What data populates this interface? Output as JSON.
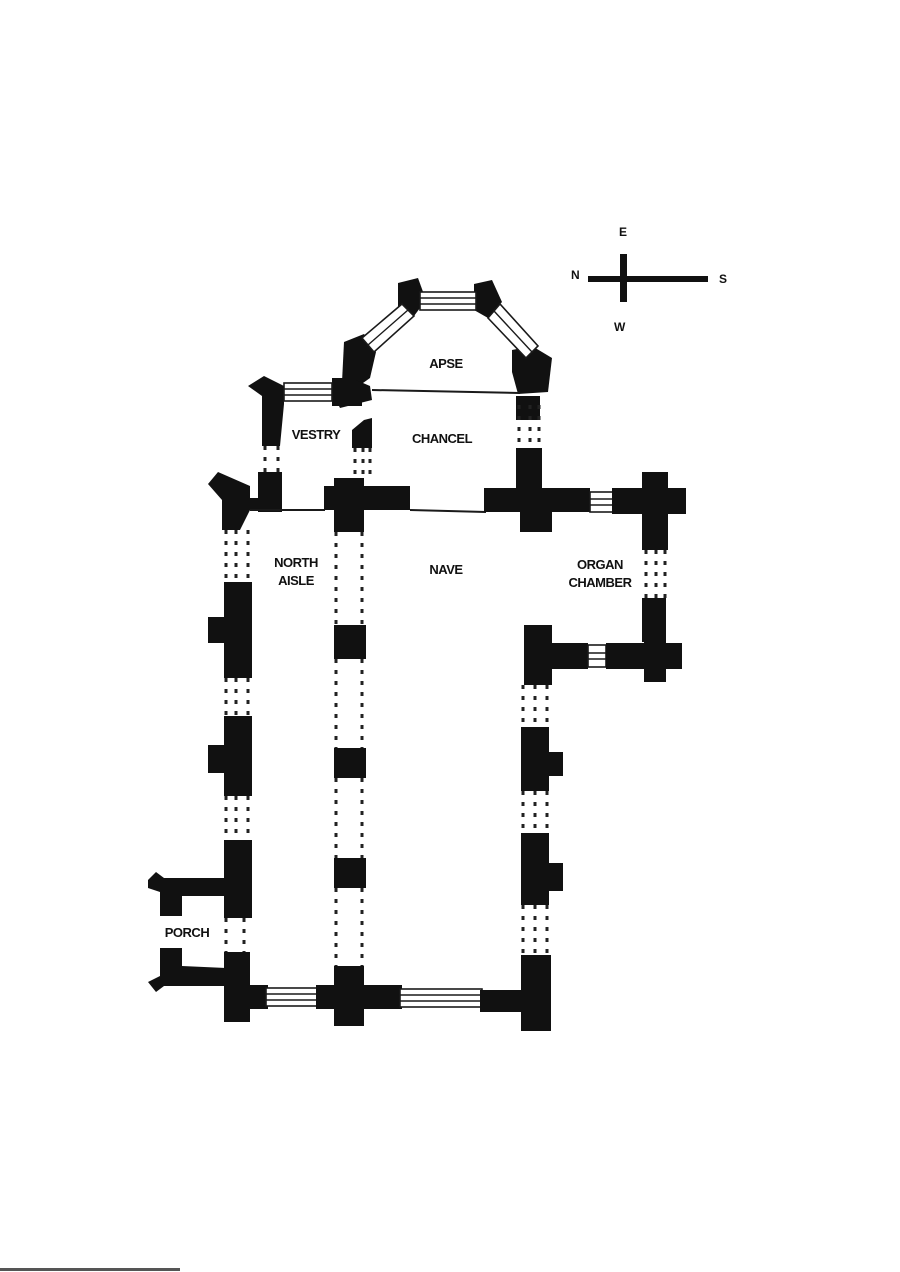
{
  "diagram": {
    "type": "church floor plan",
    "rooms": [
      {
        "id": "apse",
        "label": "APSE"
      },
      {
        "id": "vestry",
        "label": "VESTRY"
      },
      {
        "id": "chancel",
        "label": "CHANCEL"
      },
      {
        "id": "north-aisle",
        "label": "NORTH\nAISLE"
      },
      {
        "id": "nave",
        "label": "NAVE"
      },
      {
        "id": "organ-chamber",
        "label": "ORGAN\nCHAMBER"
      },
      {
        "id": "porch",
        "label": "PORCH"
      }
    ],
    "compass": {
      "north": "N",
      "east": "E",
      "south": "S",
      "west": "W"
    },
    "colors": {
      "wall": "#111111",
      "background": "#ffffff"
    }
  }
}
